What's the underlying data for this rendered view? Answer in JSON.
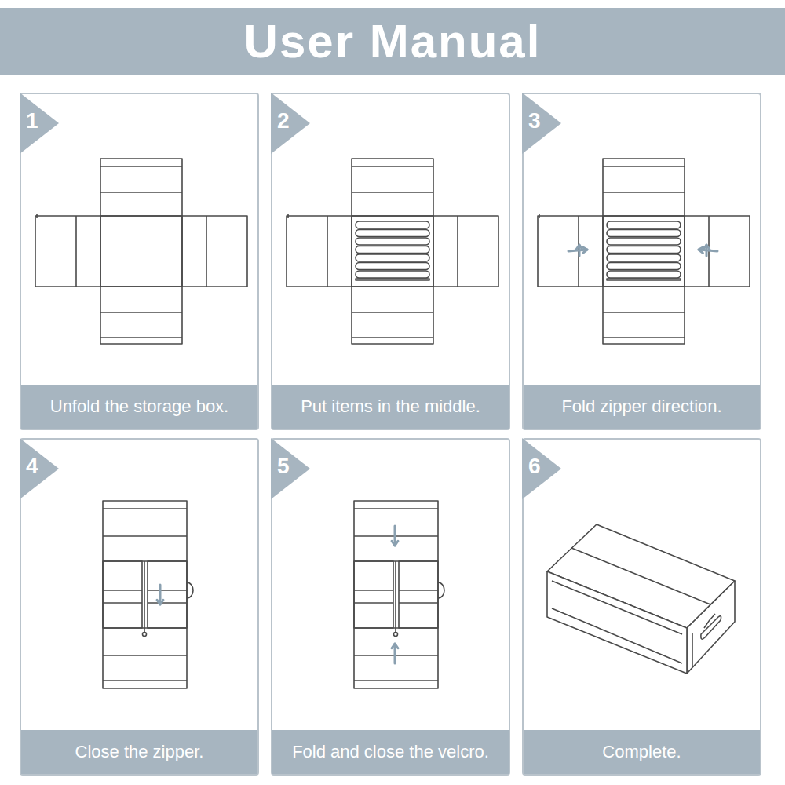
{
  "diagram": {
    "title": "User Manual",
    "nodes": [
      {
        "text": [
          "1",
          "Unfold the storage box."
        ]
      },
      {
        "text": [
          "2",
          "Put items in the middle."
        ]
      },
      {
        "text": [
          "3",
          "Fold zipper direction."
        ]
      },
      {
        "text": [
          "4",
          "Close the zipper."
        ]
      },
      {
        "text": [
          "5",
          "Fold and close the velcro."
        ]
      },
      {
        "text": [
          "6",
          "Complete."
        ]
      }
    ]
  }
}
